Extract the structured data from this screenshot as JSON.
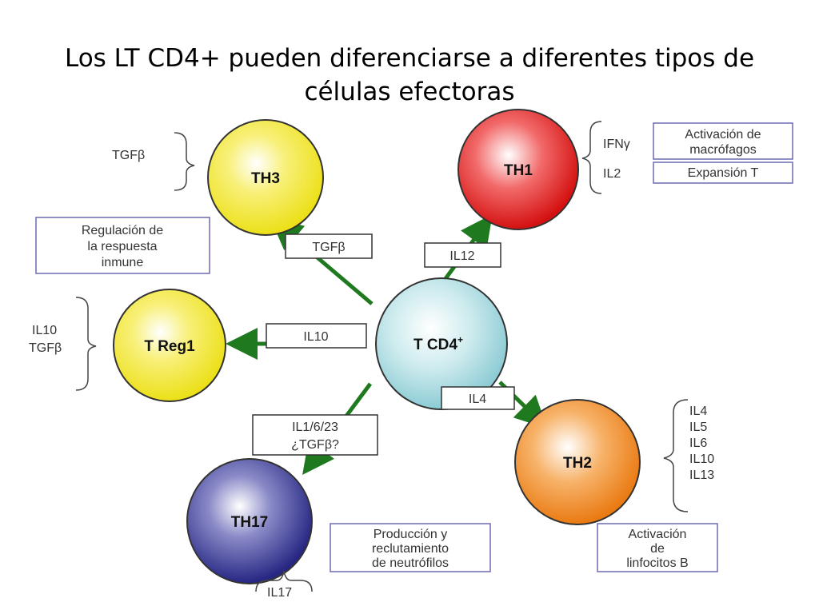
{
  "title": {
    "line1": "Los LT CD4+ pueden diferenciarse a diferentes tipos de",
    "line2": "células efectoras"
  },
  "colors": {
    "arrow": "#1f7a1f",
    "th1": "#e01818",
    "th2": "#f08a20",
    "th3": "#f2e21a",
    "treg1": "#f2e21a",
    "th17": "#2a2a8a",
    "tcd4": "#9fd4dc",
    "note_border": "#6b6bb0"
  },
  "nodes": {
    "tcd4": "T CD4",
    "tcd4_sup": "+",
    "th1": "TH1",
    "th2": "TH2",
    "th3": "TH3",
    "treg1": "T Reg1",
    "th17": "TH17"
  },
  "arrow_labels": {
    "tgfb_th3": "TGFβ",
    "il12": "IL12",
    "il10": "IL10",
    "il4": "IL4",
    "th17_line1": "IL1/6/23",
    "th17_line2": "¿TGFβ?"
  },
  "cytokines": {
    "th3": [
      "TGFβ"
    ],
    "th1": [
      "IFNγ",
      "IL2"
    ],
    "treg1": [
      "IL10",
      "TGFβ"
    ],
    "th2": [
      "IL4",
      "IL5",
      "IL6",
      "IL10",
      "IL13"
    ],
    "th17": [
      "IL17"
    ]
  },
  "functions": {
    "th3": [
      "Regulación de",
      "la respuesta",
      "inmune"
    ],
    "th1_ifn": [
      "Activación de",
      "macrófagos"
    ],
    "th1_il2": [
      "Expansión T"
    ],
    "th2": [
      "Activación",
      "de",
      "linfocitos B"
    ],
    "th17": [
      "Producción y",
      "reclutamiento",
      "de neutrófilos"
    ]
  }
}
